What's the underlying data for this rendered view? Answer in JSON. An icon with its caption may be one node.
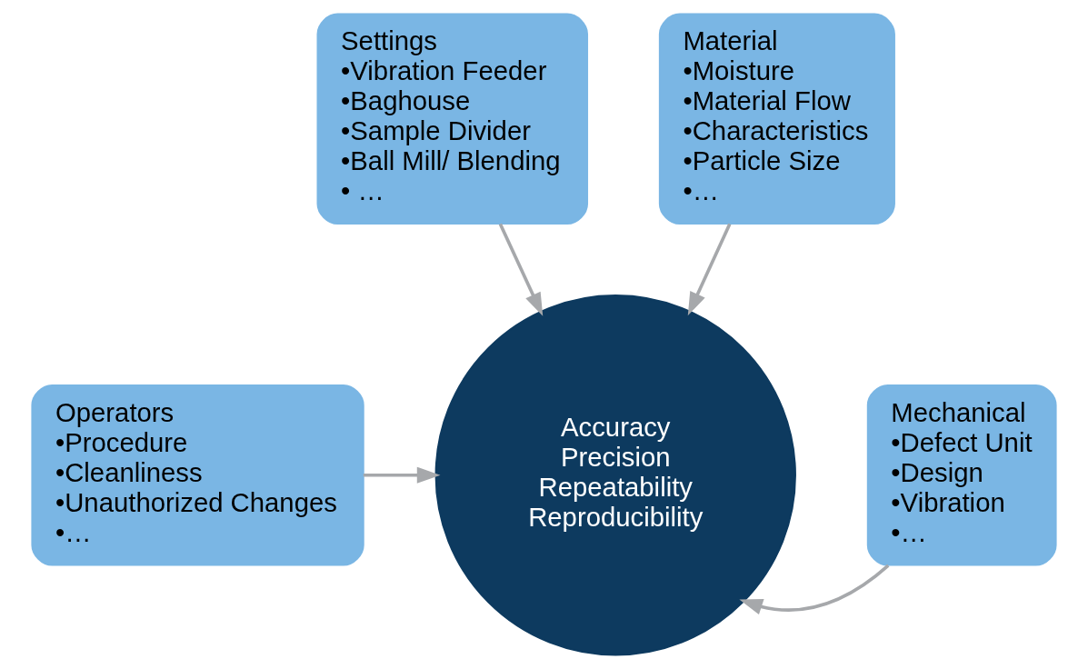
{
  "diagram": {
    "nodes": [
      {
        "text": [
          "Settings",
          "•Vibration Feeder",
          "•Baghouse",
          "•Sample Divider",
          "•Ball Mill/ Blending",
          "• …"
        ]
      },
      {
        "text": [
          "Material",
          "•Moisture",
          "•Material Flow",
          "•Characteristics",
          "•Particle Size",
          "•…"
        ]
      },
      {
        "text": [
          "Operators",
          "•Procedure",
          "•Cleanliness",
          "•Unauthorized Changes",
          "•…"
        ]
      },
      {
        "text": [
          "Accuracy",
          "Precision",
          "Repeatability",
          "Reproducibility"
        ]
      },
      {
        "text": [
          "Mechanical",
          "•Defect Unit",
          "•Design",
          "•Vibration",
          "•…"
        ]
      }
    ],
    "edges": [
      {
        "from": 0,
        "to": 3,
        "arrow": "to"
      },
      {
        "from": 1,
        "to": 3,
        "arrow": "to"
      },
      {
        "from": 2,
        "to": 3,
        "arrow": "to"
      },
      {
        "from": 4,
        "to": 3,
        "arrow": "to"
      }
    ]
  }
}
